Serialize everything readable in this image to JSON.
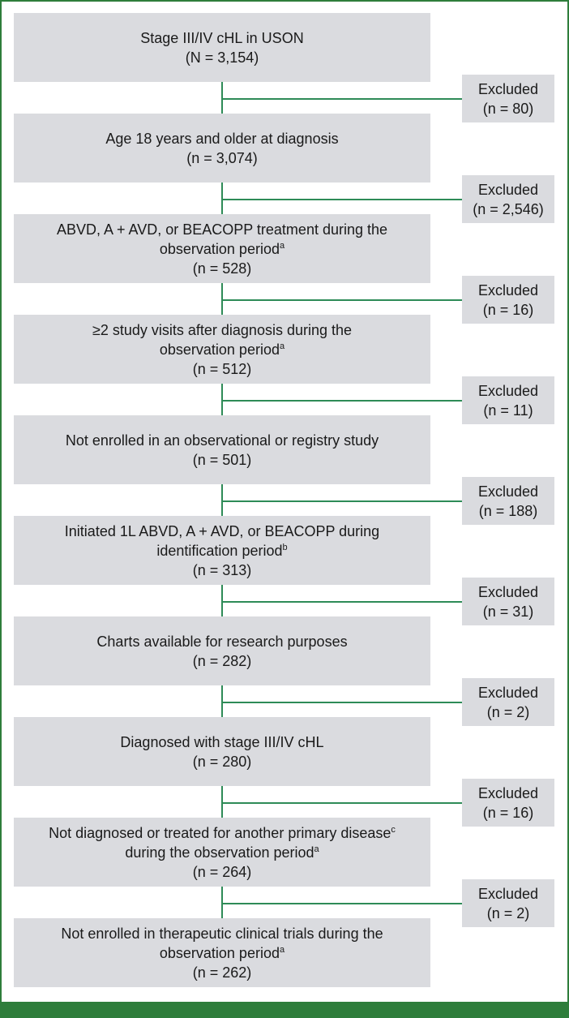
{
  "boxes": [
    {
      "lines": [
        "Stage III/IV cHL in USON",
        "(N = 3,154)"
      ]
    },
    {
      "lines": [
        "Age 18 years and older at diagnosis",
        "(n = 3,074)"
      ]
    },
    {
      "lines": [
        "ABVD, A + AVD, or BEACOPP treatment during the",
        "observation period",
        "(n = 528)"
      ],
      "sup": "a"
    },
    {
      "lines": [
        "≥2 study visits after diagnosis during the",
        "observation period",
        "(n = 512)"
      ],
      "sup": "a"
    },
    {
      "lines": [
        "Not enrolled in an observational or registry study",
        "(n = 501)"
      ]
    },
    {
      "lines": [
        "Initiated 1L ABVD, A + AVD, or BEACOPP during",
        "identification period",
        "(n = 313)"
      ],
      "sup": "b"
    },
    {
      "lines": [
        "Charts available for research purposes",
        "(n = 282)"
      ]
    },
    {
      "lines": [
        "Diagnosed with stage III/IV cHL",
        "(n = 280)"
      ]
    },
    {
      "lines": [
        "Not diagnosed or treated for another primary disease",
        "during the observation period",
        "(n = 264)"
      ],
      "sup1": "c",
      "sup": "a"
    },
    {
      "lines": [
        "Not enrolled in therapeutic clinical trials during the",
        "observation period",
        "(n = 262)"
      ],
      "sup": "a"
    }
  ],
  "excluded": [
    {
      "label": "Excluded",
      "count": "(n = 80)"
    },
    {
      "label": "Excluded",
      "count": "(n = 2,546)"
    },
    {
      "label": "Excluded",
      "count": "(n = 16)"
    },
    {
      "label": "Excluded",
      "count": "(n = 11)"
    },
    {
      "label": "Excluded",
      "count": "(n = 188)"
    },
    {
      "label": "Excluded",
      "count": "(n = 31)"
    },
    {
      "label": "Excluded",
      "count": "(n = 2)"
    },
    {
      "label": "Excluded",
      "count": "(n = 16)"
    },
    {
      "label": "Excluded",
      "count": "(n = 2)"
    }
  ],
  "colors": {
    "border": "#2e7d3b",
    "connector": "#2e8b57",
    "box": "#dadbdf"
  }
}
